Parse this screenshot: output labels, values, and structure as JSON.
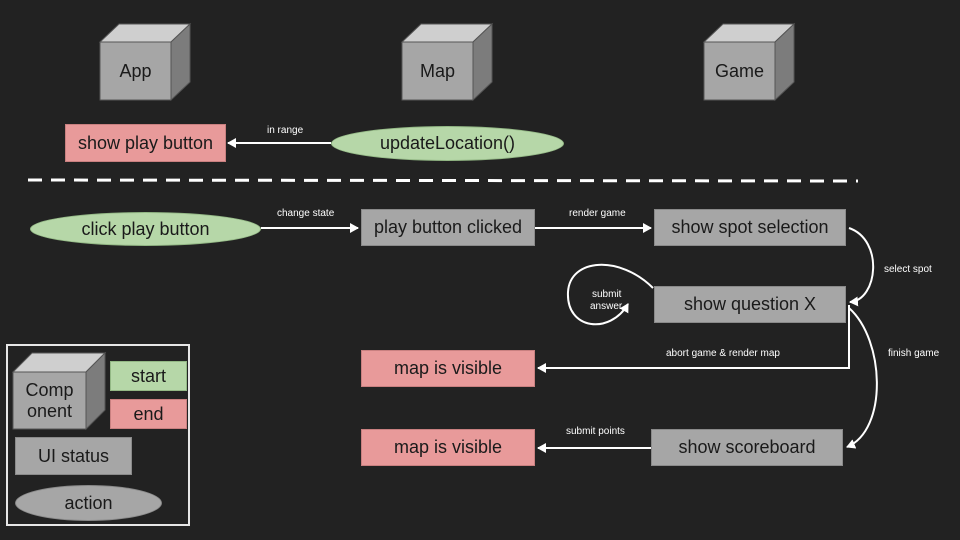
{
  "components": {
    "app": "App",
    "map": "Map",
    "game": "Game"
  },
  "top_row": {
    "show_play_button": "show play button",
    "update_location": "updateLocation()",
    "in_range": "in range"
  },
  "flow": {
    "click_play_button": "click play button",
    "change_state": "change state",
    "play_button_clicked": "play button clicked",
    "render_game": "render game",
    "show_spot_selection": "show spot selection",
    "select_spot": "select spot",
    "show_question": "show question X",
    "submit_answer_1": "submit",
    "submit_answer_2": "answer",
    "abort_label": "abort game & render map",
    "map_visible_1": "map is visible",
    "finish_game": "finish game",
    "show_scoreboard": "show scoreboard",
    "submit_points": "submit points",
    "map_visible_2": "map is visible"
  },
  "legend": {
    "component_1": "Comp",
    "component_2": "onent",
    "start": "start",
    "end": "end",
    "ui_status": "UI status",
    "action": "action"
  },
  "colors": {
    "background": "#222222",
    "status_gray": "#a6a6a6",
    "start_green": "#b6d7a8",
    "end_red": "#e89a9a",
    "line_white": "#ffffff"
  }
}
